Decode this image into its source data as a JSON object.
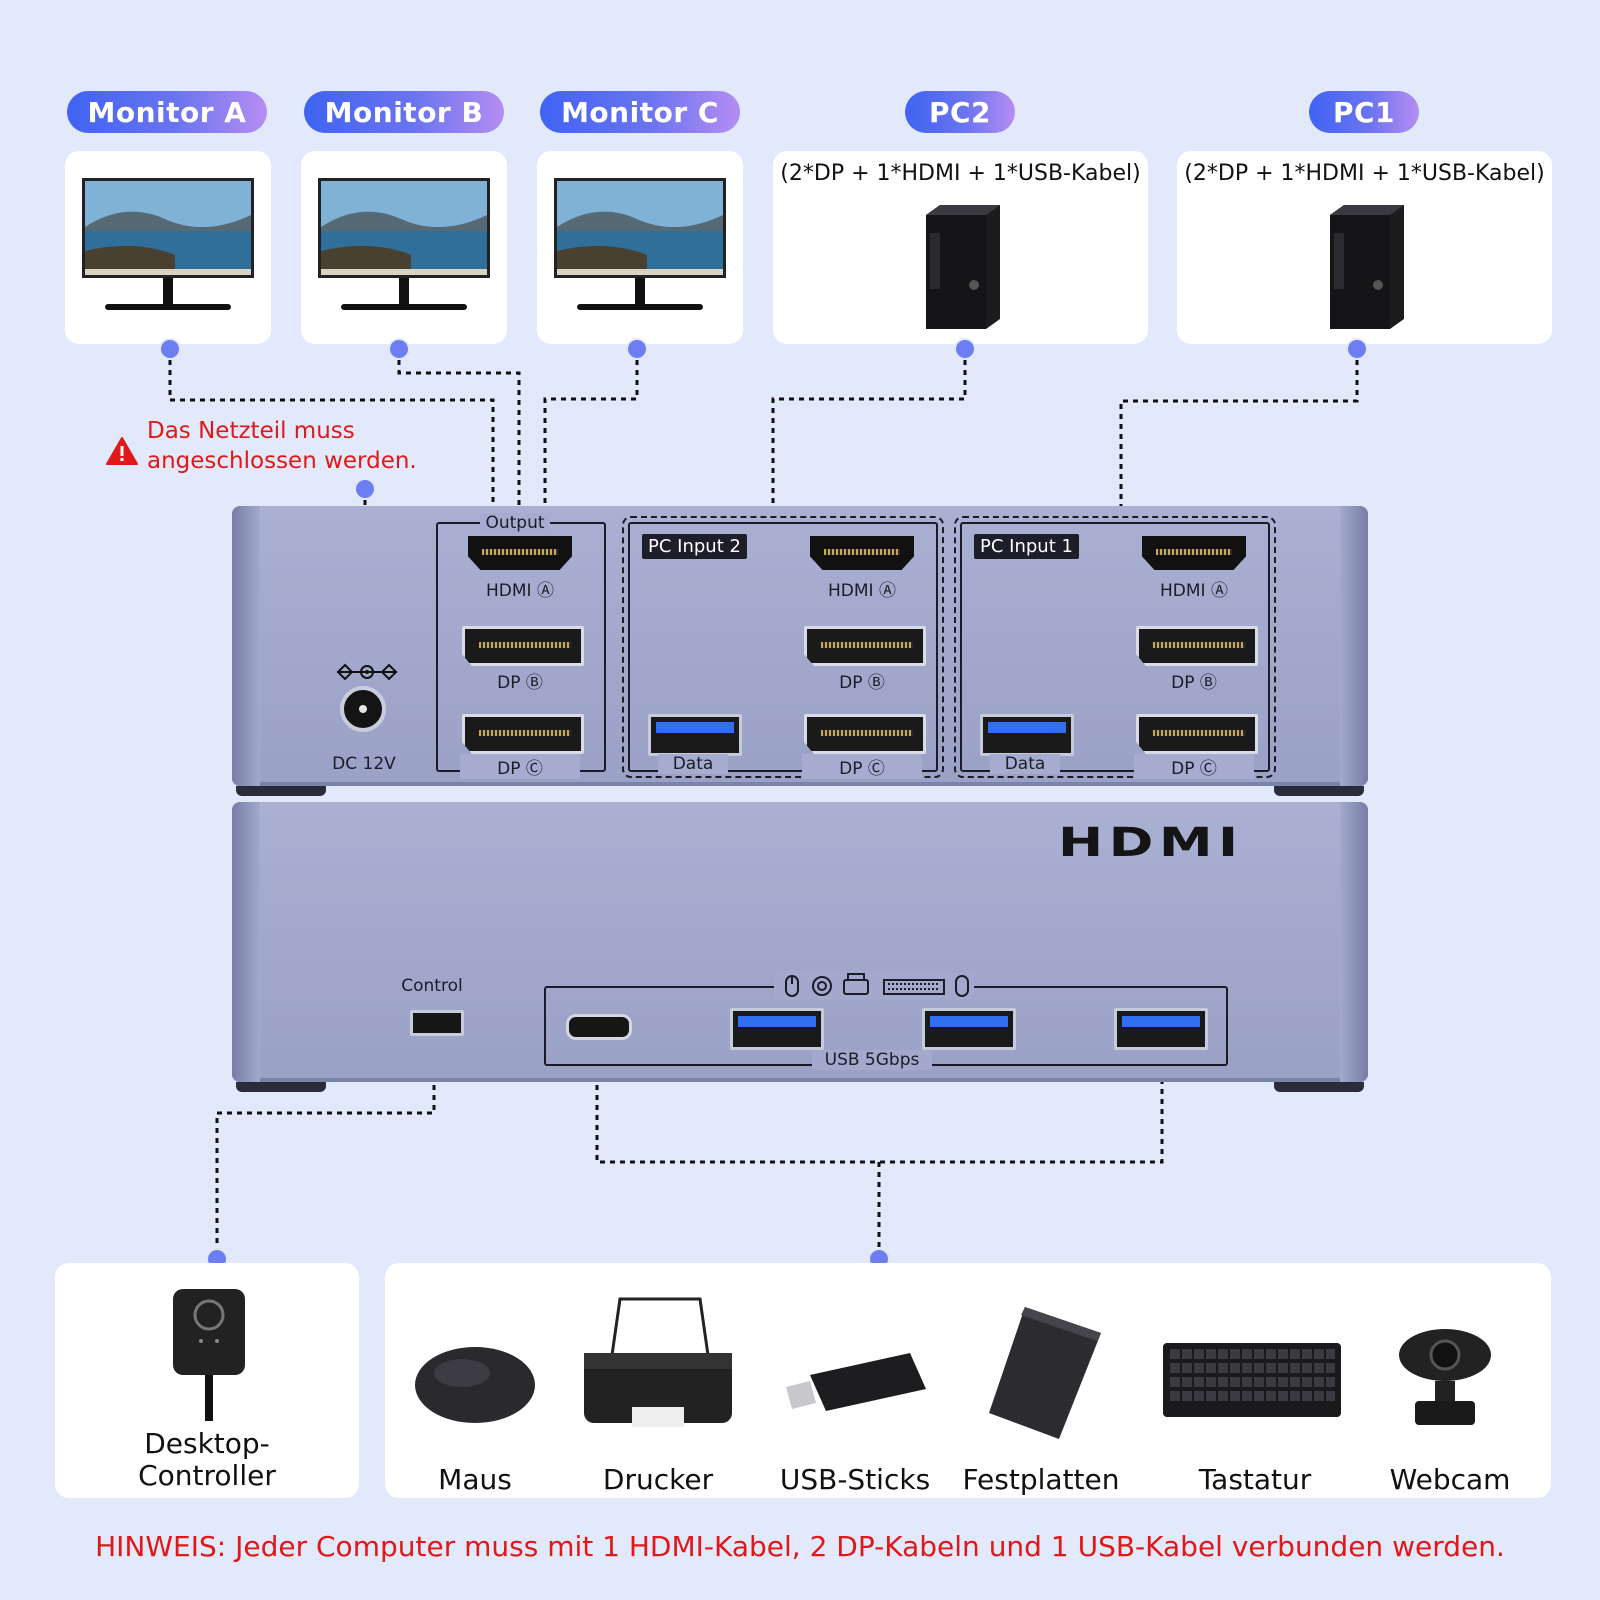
{
  "top_labels": {
    "monitor_a": "Monitor A",
    "monitor_b": "Monitor B",
    "monitor_c": "Monitor C",
    "pc2": "PC2",
    "pc1": "PC1"
  },
  "pc_caption": "(2*DP + 1*HDMI + 1*USB-Kabel)",
  "warning": {
    "line1": "Das Netzteil muss",
    "line2": "angeschlossen werden."
  },
  "top_unit": {
    "output_label": "Output",
    "dc_label": "DC 12V",
    "hdmi_a": "HDMI Ⓐ",
    "dp_b": "DP Ⓑ",
    "dp_c": "DP Ⓒ",
    "pc_input_2": "PC Input 2",
    "pc_input_1": "PC Input 1",
    "data_label": "Data"
  },
  "bottom_unit": {
    "brand": "HDMI",
    "control_label": "Control",
    "usb_label": "USB 5Gbps"
  },
  "devices": {
    "controller": "Desktop-\nController",
    "controller_line1": "Desktop-",
    "controller_line2": "Controller",
    "items": [
      "Maus",
      "Drucker",
      "USB-Sticks",
      "Festplatten",
      "Tastatur",
      "Webcam"
    ]
  },
  "note": "HINWEIS: Jeder Computer muss mit 1 HDMI-Kabel, 2 DP-Kabeln und 1 USB-Kabel verbunden werden.",
  "colors": {
    "background": "#e2e9fb",
    "accent_blue": "#3f63f2",
    "accent_purple": "#b58df2",
    "warning_red": "#e01818"
  }
}
